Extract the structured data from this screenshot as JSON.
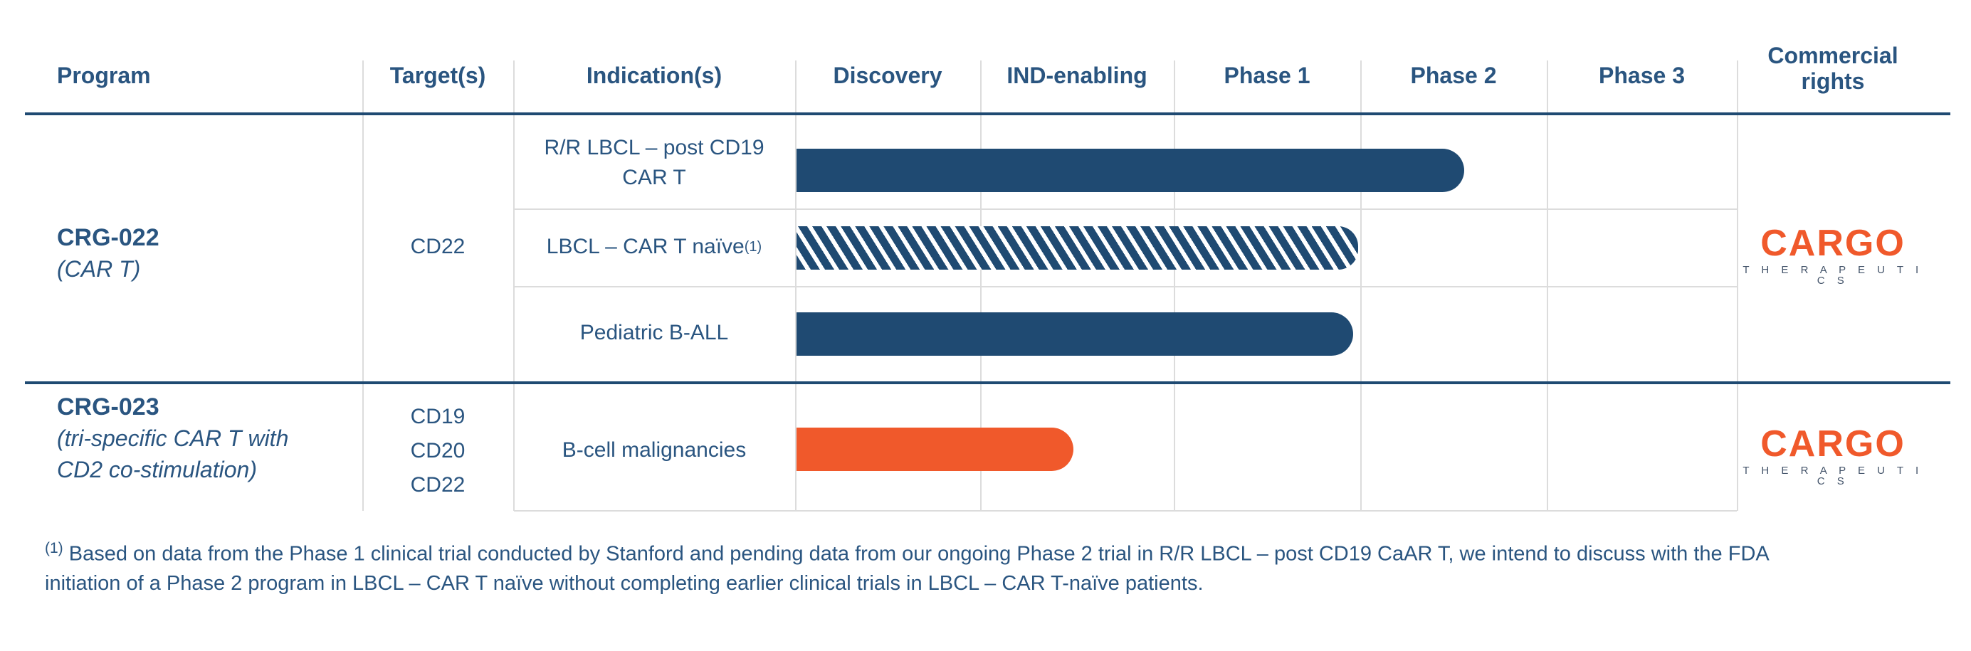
{
  "colors": {
    "navy": "#1F4A72",
    "text_navy": "#2A5580",
    "orange": "#F0592B",
    "grid": "#DCDCDC",
    "logo_sub_navy": "#44546A"
  },
  "header": {
    "columns": [
      "Program",
      "Target(s)",
      "Indication(s)",
      "Discovery",
      "IND-enabling",
      "Phase 1",
      "Phase 2",
      "Phase 3",
      "Commercial rights"
    ]
  },
  "programs": [
    {
      "name": "CRG-022",
      "descriptor": "(CAR T)",
      "target": "CD22",
      "indication1_line1": "R/R LBCL – post CD19",
      "indication1_line2": "CAR T",
      "indication2": "LBCL – CAR T naïve",
      "indication2_footnote_marker": "(1)",
      "indication3": "Pediatric B-ALL",
      "commercial_brand": "CARGO",
      "commercial_brand_sub": "T H E R A P E U T I C S"
    },
    {
      "name": "CRG-023",
      "descriptor_line1": "(tri-specific CAR T with",
      "descriptor_line2": "CD2 co-stimulation)",
      "target1": "CD19",
      "target2": "CD20",
      "target3": "CD22",
      "indication": "B-cell malignancies",
      "commercial_brand": "CARGO",
      "commercial_brand_sub": "T H E R A P E U T I C S"
    }
  ],
  "footnote": {
    "marker": "(1)",
    "line1": "Based on data from the Phase 1 clinical trial conducted by Stanford and pending data from our ongoing Phase 2 trial in R/R LBCL – post CD19 CaAR T, we intend to discuss with the FDA",
    "line2": "initiation of a Phase 2 program in LBCL – CAR T naïve without completing earlier clinical trials in LBCL – CAR T-naïve patients."
  },
  "chart_data": {
    "type": "bar",
    "orientation": "horizontal-pipeline",
    "phases": [
      "Discovery",
      "IND-enabling",
      "Phase 1",
      "Phase 2",
      "Phase 3"
    ],
    "bars": [
      {
        "program": "CRG-022",
        "indication": "R/R LBCL – post CD19 CAR T",
        "style": "solid",
        "color": "navy",
        "start_units": 0,
        "end_units": 3.553,
        "start_phase": "Discovery",
        "end_phase": "Phase 2 (partial)"
      },
      {
        "program": "CRG-022",
        "indication": "LBCL – CAR T naïve (1)",
        "style": "hatched",
        "color": "navy",
        "start_units": 0,
        "end_units": 2.99,
        "start_phase": "Discovery",
        "end_phase": "through Phase 1"
      },
      {
        "program": "CRG-022",
        "indication": "Pediatric B-ALL",
        "style": "solid",
        "color": "navy",
        "start_units": 0,
        "end_units": 2.963,
        "start_phase": "Discovery",
        "end_phase": "through Phase 1"
      },
      {
        "program": "CRG-023",
        "indication": "B-cell malignancies",
        "style": "solid",
        "color": "orange",
        "start_units": 0,
        "end_units": 1.478,
        "start_phase": "Discovery",
        "end_phase": "IND-enabling (partial)"
      }
    ],
    "legend_position": "none",
    "grid": true
  }
}
